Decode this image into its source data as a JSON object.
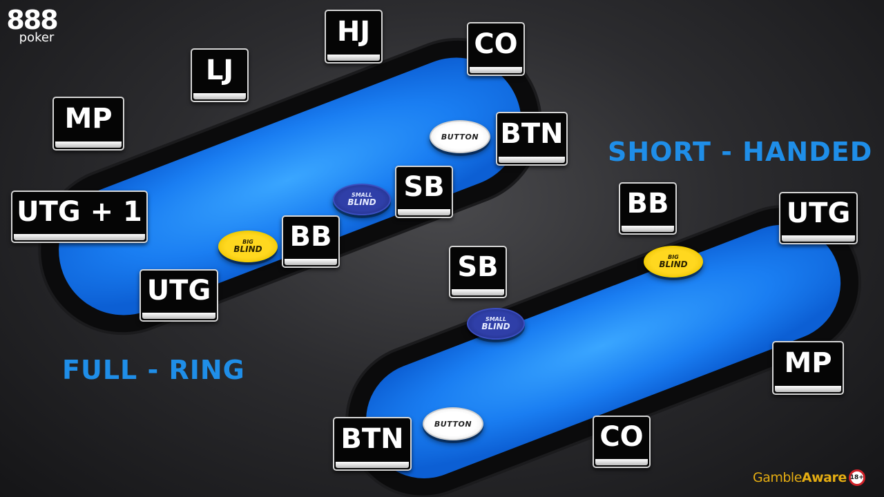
{
  "brand": {
    "logo_number": "888",
    "logo_word": "poker"
  },
  "full_ring": {
    "heading": "FULL - RING",
    "seats": {
      "hj": "HJ",
      "co": "CO",
      "lj": "LJ",
      "mp": "MP",
      "btn": "BTN",
      "sb": "SB",
      "utg1": "UTG + 1",
      "bb": "BB",
      "utg": "UTG"
    },
    "chips": {
      "button": "BUTTON",
      "small_blind": {
        "top": "SMALL",
        "bottom": "BLIND"
      },
      "big_blind": {
        "top": "BIG",
        "bottom": "BLIND"
      }
    }
  },
  "short_handed": {
    "heading": "SHORT - HANDED",
    "seats": {
      "bb": "BB",
      "utg": "UTG",
      "sb": "SB",
      "mp": "MP",
      "btn": "BTN",
      "co": "CO"
    },
    "chips": {
      "button": "BUTTON",
      "small_blind": {
        "top": "SMALL",
        "bottom": "BLIND"
      },
      "big_blind": {
        "top": "BIG",
        "bottom": "BLIND"
      }
    }
  },
  "footer": {
    "gamble_part1": "Gamble",
    "gamble_part2": "Aware",
    "age_badge": "18+"
  },
  "colors": {
    "felt": "#1c7cf0",
    "felt_light": "#3aa0ff",
    "rail": "#0c0c0d",
    "heading": "#1f8ee8",
    "small_blind_chip": "#2f3fa8",
    "big_blind_chip": "#ffd81f",
    "gamble_aware": "#e5ad12"
  }
}
